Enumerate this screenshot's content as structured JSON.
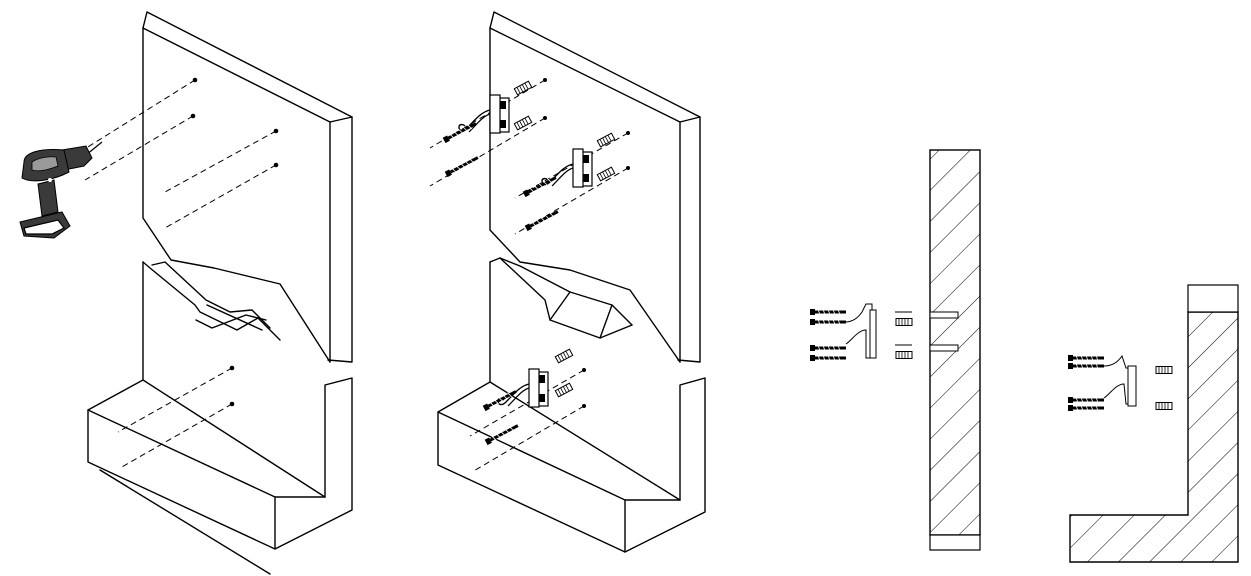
{
  "figure": {
    "steps": [
      {
        "id": "drill",
        "content": "drill-holes-in-wall"
      },
      {
        "id": "mount",
        "content": "mount-brackets-with-anchors-and-screws"
      },
      {
        "id": "wall-section",
        "content": "cross-section-flat-wall"
      },
      {
        "id": "corner-section",
        "content": "cross-section-wall-and-floor"
      }
    ],
    "icons": [
      "cordless-drill-icon",
      "wall-bracket-icon",
      "wall-anchor-icon",
      "screw-icon"
    ],
    "colors": {
      "line": "#000000",
      "background": "#ffffff",
      "drill_body": "#3a3a3a"
    }
  }
}
